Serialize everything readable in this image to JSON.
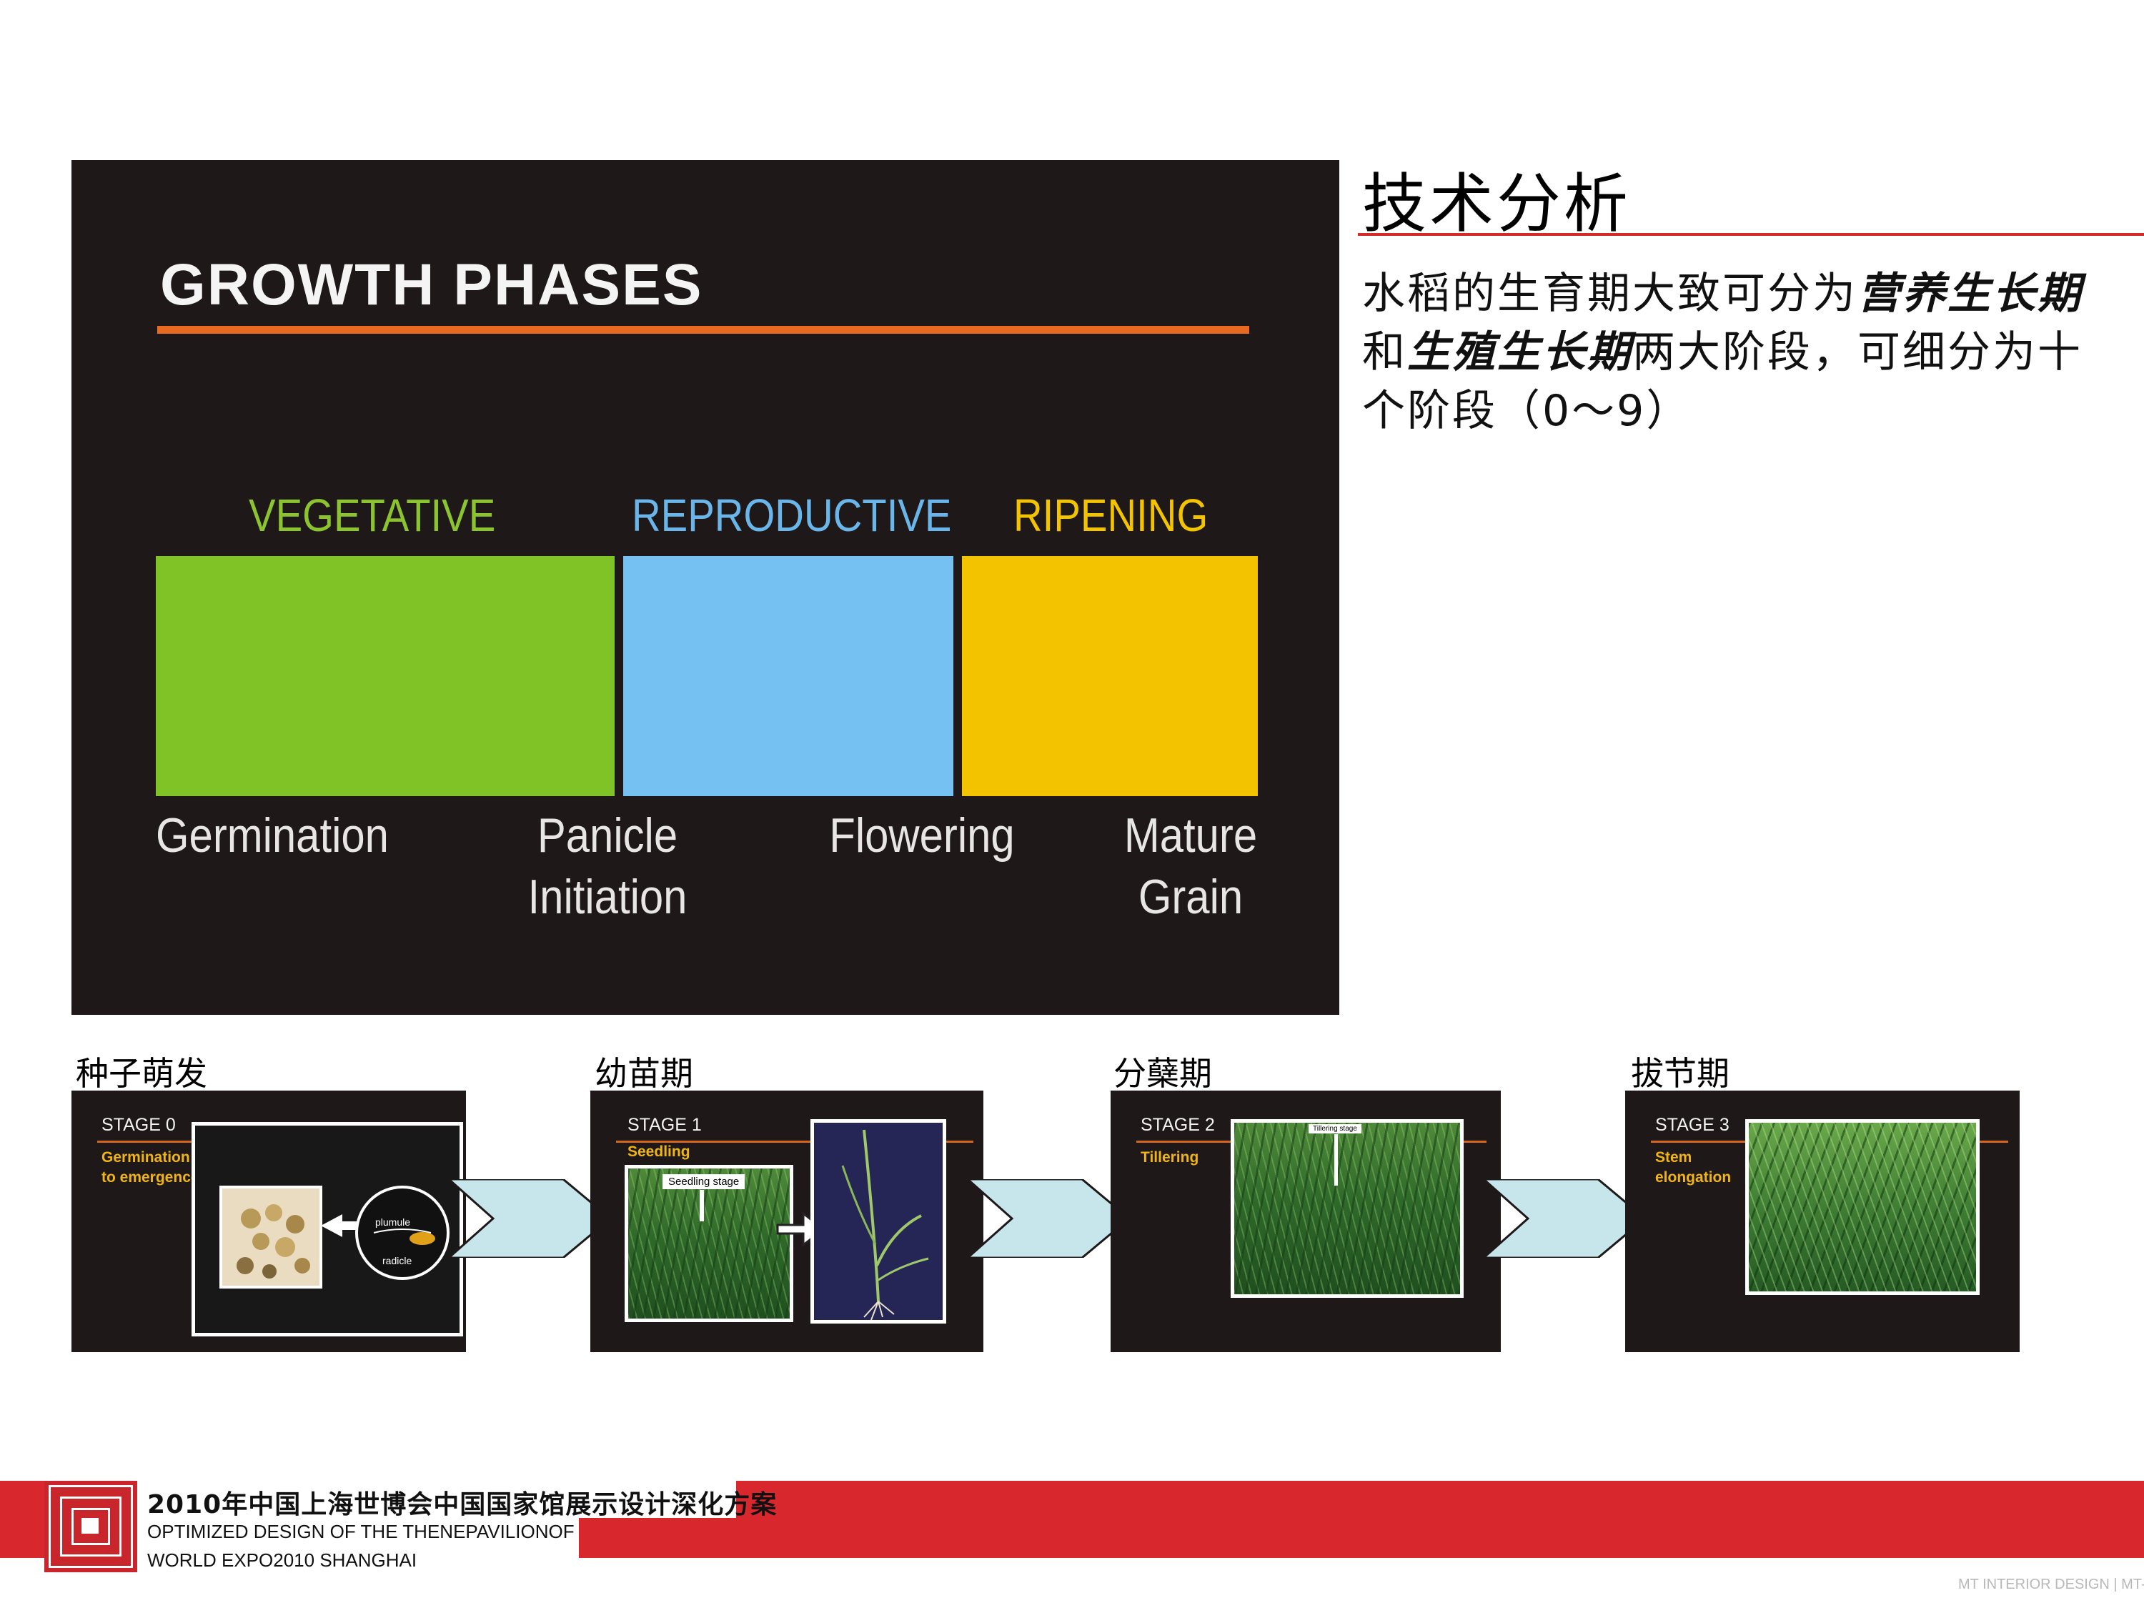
{
  "growth_phases": {
    "title": "GROWTH PHASES",
    "phases": [
      {
        "label": "VEGETATIVE",
        "color": "#80c326"
      },
      {
        "label": "REPRODUCTIVE",
        "color": "#74c1f2"
      },
      {
        "label": "RIPENING",
        "color": "#f4c300"
      }
    ],
    "milestones": [
      {
        "line1": "Germination",
        "line2": ""
      },
      {
        "line1": "Panicle",
        "line2": "Initiation"
      },
      {
        "line1": "Flowering",
        "line2": ""
      },
      {
        "line1": "Mature",
        "line2": "Grain"
      }
    ]
  },
  "analysis": {
    "heading": "技术分析",
    "text_1": "水稻的生育期大致可分为",
    "emph_1": "营养生长期",
    "text_2": "和",
    "emph_2": "生殖生长期",
    "text_3": "两大阶段，可细分为十个阶段（0～9）"
  },
  "stages": [
    {
      "caption": "种子萌发",
      "label": "STAGE 0",
      "desc_1": "Germination",
      "desc_2": "to emergence",
      "photo_labels": [
        "plumule",
        "radicle"
      ]
    },
    {
      "caption": "幼苗期",
      "label": "STAGE 1",
      "desc_1": "Seedling",
      "desc_2": "",
      "photo_labels": [
        "Seedling stage"
      ]
    },
    {
      "caption": "分蘖期",
      "label": "STAGE 2",
      "desc_1": "Tillering",
      "desc_2": "",
      "photo_labels": [
        "Tillering stage"
      ]
    },
    {
      "caption": "拔节期",
      "label": "STAGE 3",
      "desc_1": "Stem",
      "desc_2": "elongation",
      "photo_labels": []
    }
  ],
  "footer": {
    "title_cn": "2010年中国上海世博会中国国家馆展示设计深化方案",
    "title_en_1": "OPTIMIZED DESIGN OF THE THENEPAVILIONOF",
    "title_en_2": "WORLD EXPO2010 SHANGHAI",
    "watermark": "MT INTERIOR DESIGN | MT-BBS"
  },
  "colors": {
    "accent_red": "#d8282e",
    "panel_bg": "#1e1918",
    "rule_orange": "#e8691f",
    "stage_desc": "#f0b414",
    "arrow_fill": "#c6e6ec"
  }
}
